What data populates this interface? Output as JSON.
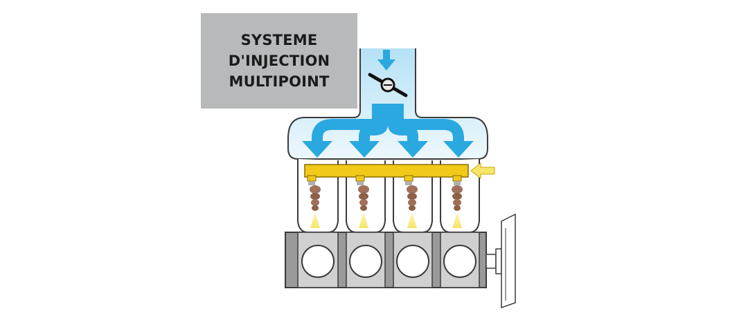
{
  "title": {
    "lines": [
      "SYSTEME",
      "D'INJECTION",
      "MULTIPOINT"
    ]
  },
  "colors": {
    "background": "#ffffff",
    "title_box": "#b7b9bb",
    "title_text": "#1b1b1b",
    "air_blue": "#2aa8e0",
    "air_light": "#d6effa",
    "fuel_rail": "#f2c81a",
    "injector": "#a0705a",
    "spray": "#f7ec8a",
    "engine_block": "#9a9a9a",
    "outline": "#3a3a3a"
  },
  "icons": {
    "air_inlet": "down-arrow-icon",
    "throttle": "throttle-valve-icon",
    "fuel_inlet": "left-arrow-icon"
  }
}
